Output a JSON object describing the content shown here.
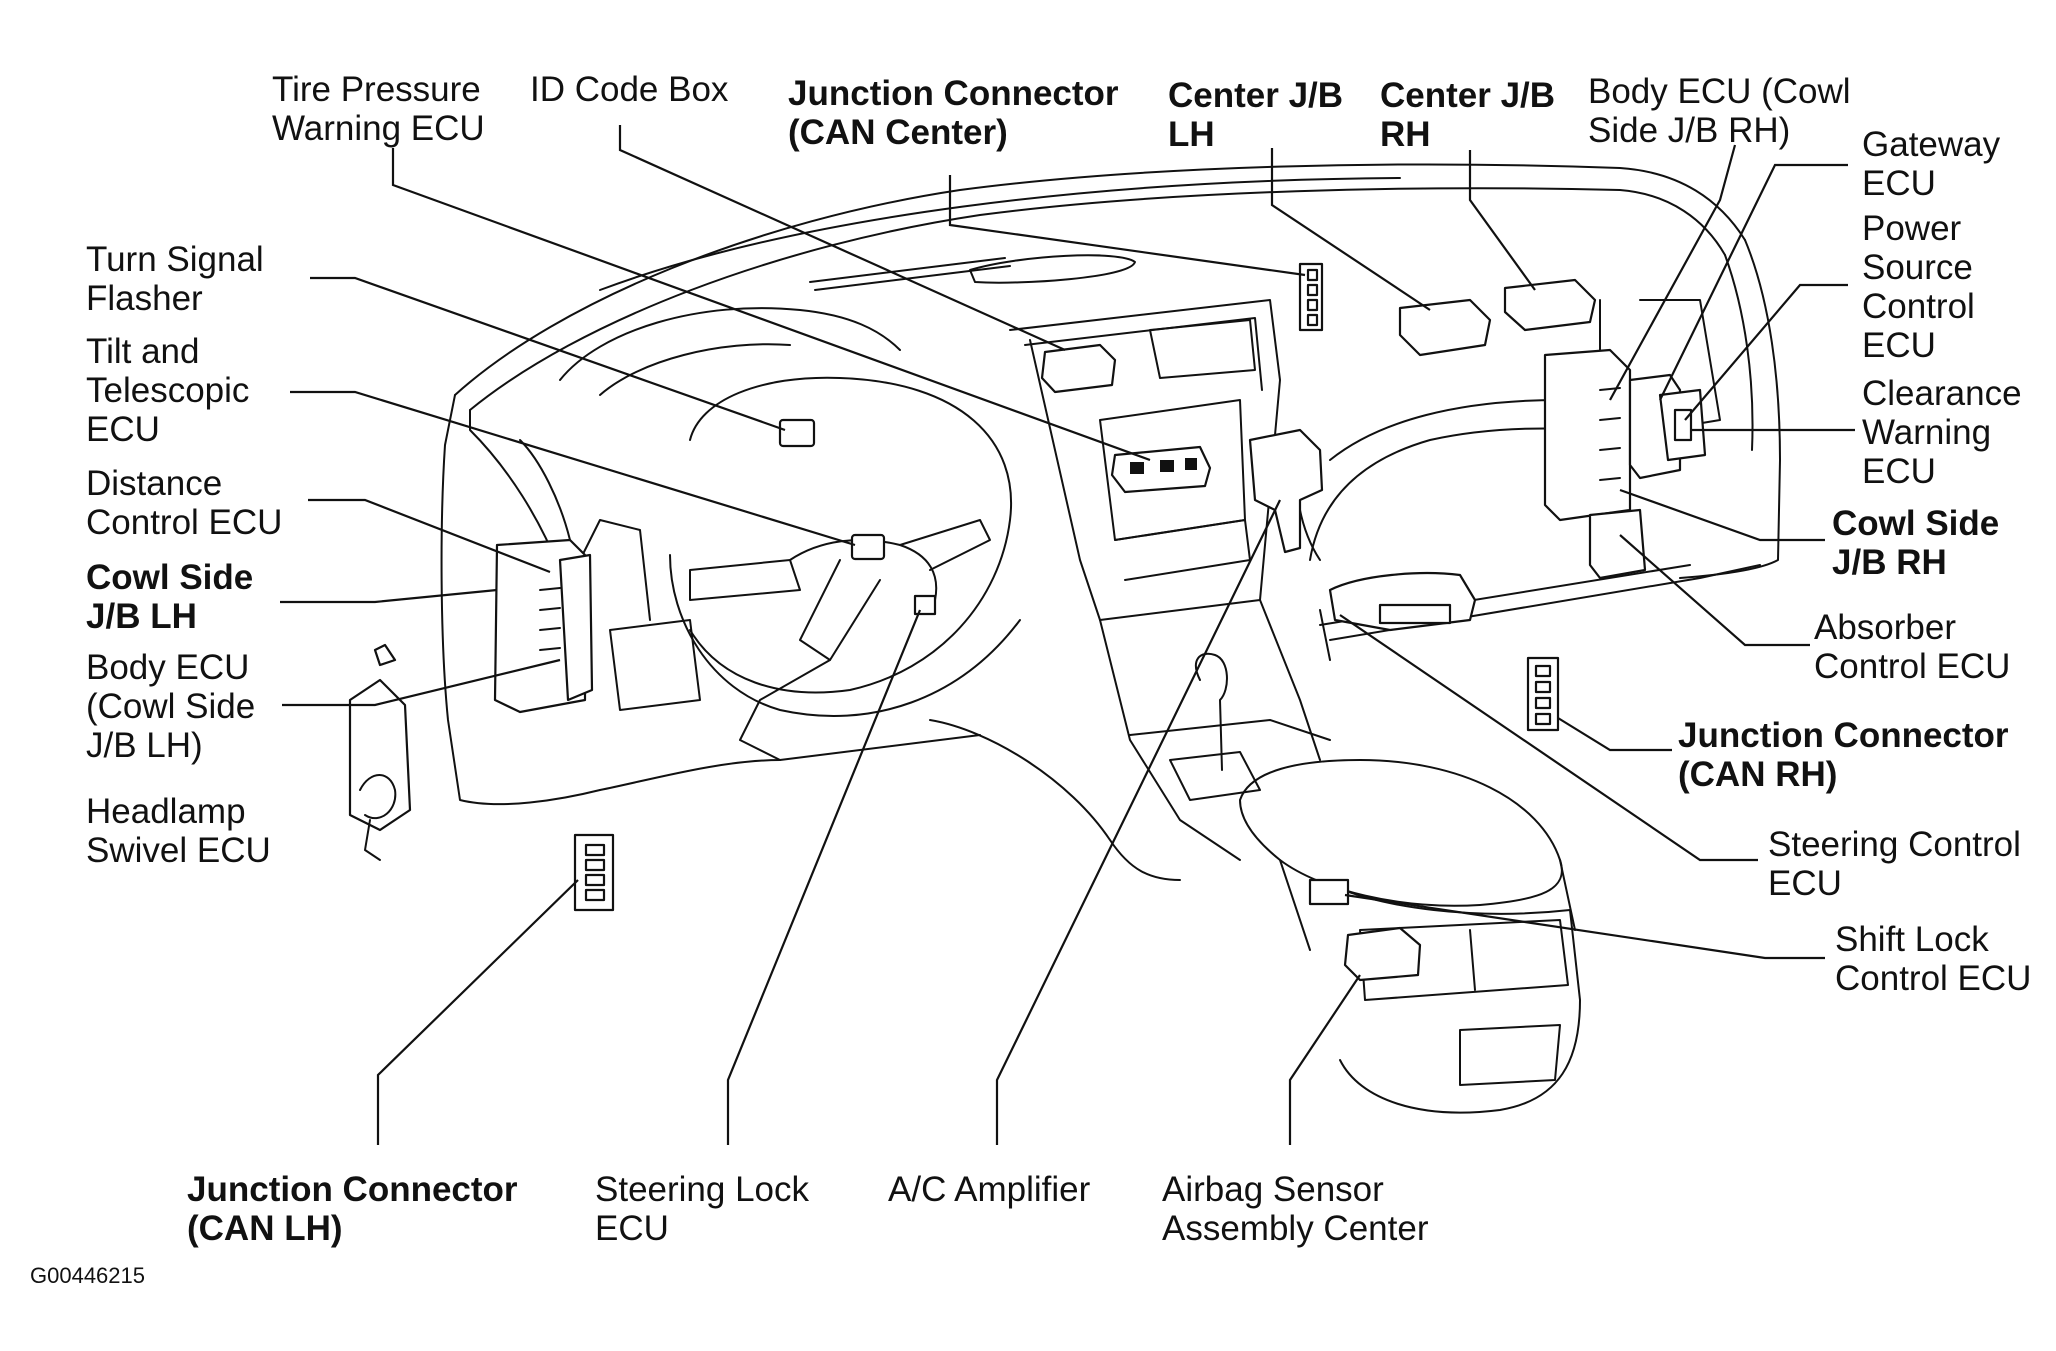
{
  "figure_id": "G00446215",
  "labels": {
    "tire_pressure": "Tire Pressure\nWarning ECU",
    "id_code_box": "ID Code Box",
    "jc_can_center": "Junction Connector\n(CAN Center)",
    "center_jb_lh": "Center J/B\nLH",
    "center_jb_rh": "Center J/B\nRH",
    "body_ecu_rh": "Body ECU (Cowl\nSide J/B RH)",
    "gateway_ecu": "Gateway\nECU",
    "power_source": "Power\nSource\nControl\nECU",
    "clearance_warning": "Clearance\nWarning\nECU",
    "cowl_side_rh": "Cowl Side\nJ/B RH",
    "absorber": "Absorber\nControl ECU",
    "jc_can_rh": "Junction Connector\n(CAN RH)",
    "steering_control": "Steering Control\nECU",
    "shift_lock": "Shift Lock\nControl ECU",
    "turn_signal": "Turn Signal\nFlasher",
    "tilt_telescopic": "Tilt and\nTelescopic\nECU",
    "distance_control": "Distance\nControl ECU",
    "cowl_side_lh": "Cowl Side\nJ/B LH",
    "body_ecu_lh": "Body ECU\n(Cowl Side\nJ/B LH)",
    "headlamp_swivel": "Headlamp\nSwivel ECU",
    "jc_can_lh": "Junction Connector\n(CAN LH)",
    "steering_lock": "Steering Lock\nECU",
    "ac_amplifier": "A/C Amplifier",
    "airbag_sensor": "Airbag Sensor\nAssembly Center"
  }
}
